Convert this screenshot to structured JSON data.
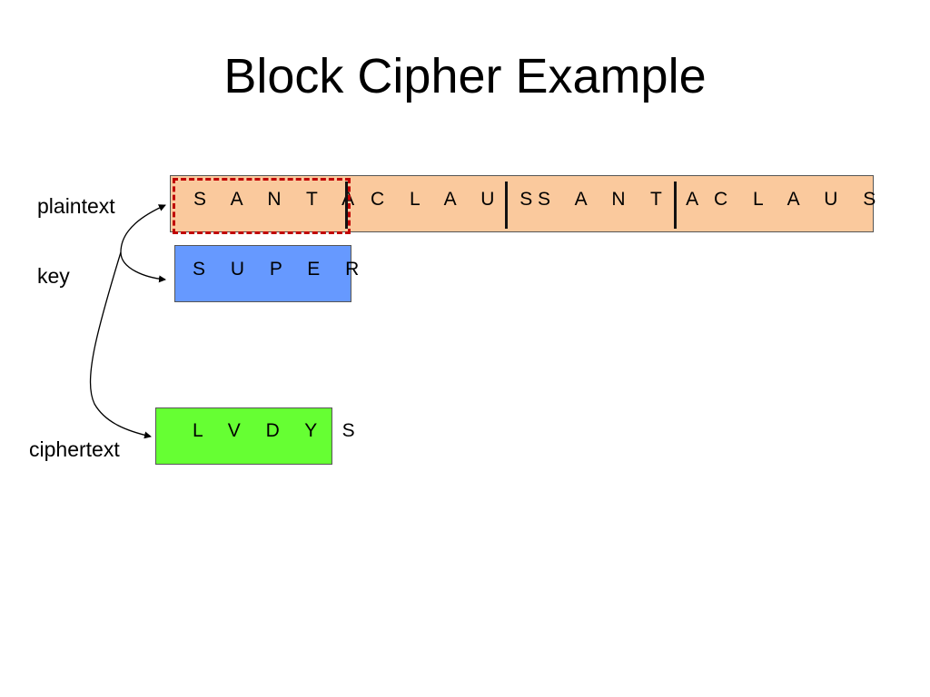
{
  "title": "Block Cipher Example",
  "labels": {
    "plaintext": "plaintext",
    "key": "key",
    "ciphertext": "ciphertext"
  },
  "plaintext_blocks": [
    "S A N T A",
    "C L A U S",
    "S A N T A",
    "C L A U S"
  ],
  "key_block": "S U P E R",
  "ciphertext_block": "L V D Y S",
  "colors": {
    "plaintext_fill": "#fac99d",
    "key_fill": "#6699ff",
    "ciphertext_fill": "#66ff33",
    "highlight_border": "#c00000"
  }
}
